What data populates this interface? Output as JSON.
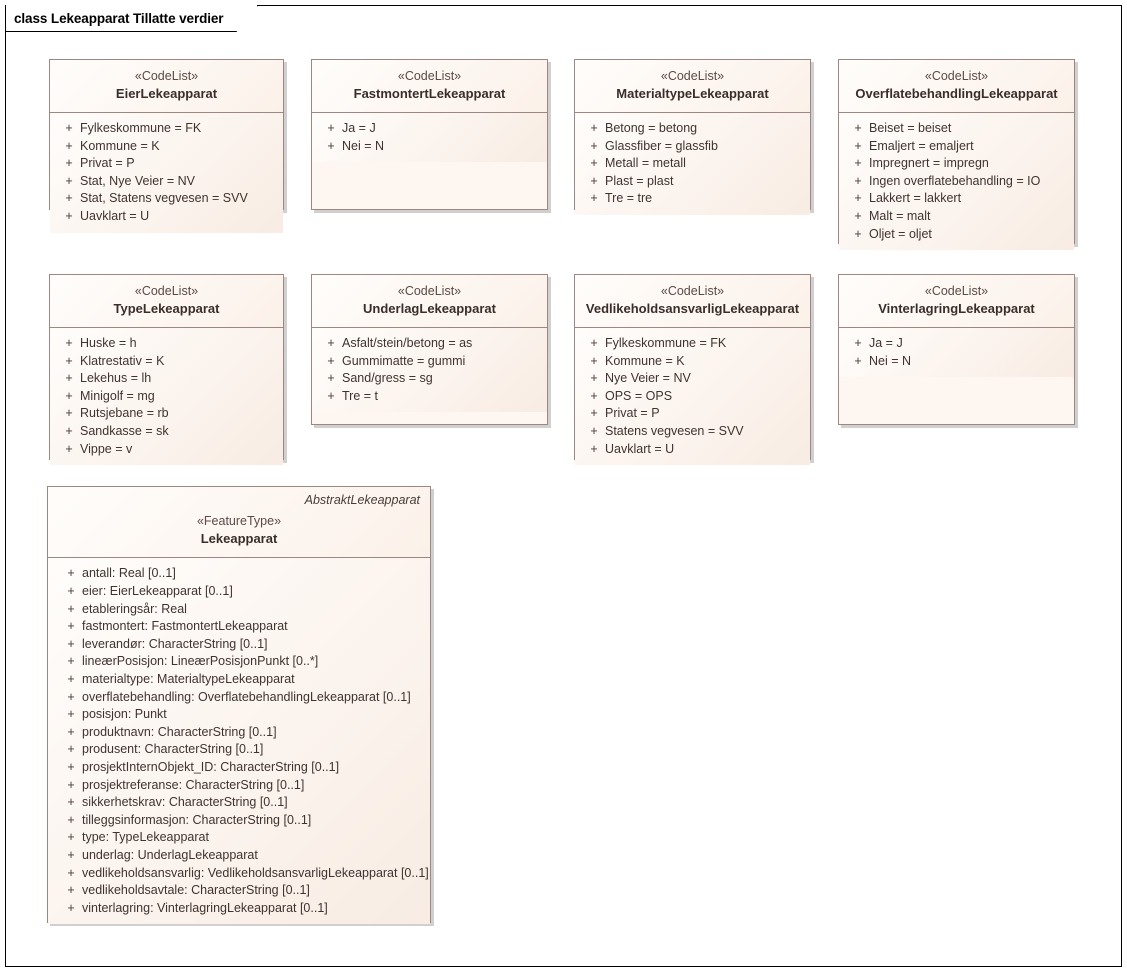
{
  "diagram": {
    "title": "class Lekeapparat Tillatte verdier",
    "colors": {
      "box_border": "#9d8782",
      "box_fill": "#fdf6f1",
      "header_fill": "#fbf1e9",
      "text": "#3f3330",
      "frame_border": "#000000",
      "shadow": "#aaaaaa"
    }
  },
  "classes": [
    {
      "stereotype": "«CodeList»",
      "name": "EierLekeapparat",
      "abstract_tag": "",
      "attributes": [
        {
          "visibility": "+",
          "text": "Fylkeskommune = FK"
        },
        {
          "visibility": "+",
          "text": "Kommune = K"
        },
        {
          "visibility": "+",
          "text": "Privat = P"
        },
        {
          "visibility": "+",
          "text": "Stat, Nye Veier = NV"
        },
        {
          "visibility": "+",
          "text": "Stat, Statens vegvesen = SVV"
        },
        {
          "visibility": "+",
          "text": "Uavklart = U"
        }
      ]
    },
    {
      "stereotype": "«CodeList»",
      "name": "FastmontertLekeapparat",
      "abstract_tag": "",
      "attributes": [
        {
          "visibility": "+",
          "text": "Ja = J"
        },
        {
          "visibility": "+",
          "text": "Nei = N"
        }
      ]
    },
    {
      "stereotype": "«CodeList»",
      "name": "MaterialtypeLekeapparat",
      "abstract_tag": "",
      "attributes": [
        {
          "visibility": "+",
          "text": "Betong = betong"
        },
        {
          "visibility": "+",
          "text": "Glassfiber = glassfib"
        },
        {
          "visibility": "+",
          "text": "Metall = metall"
        },
        {
          "visibility": "+",
          "text": "Plast = plast"
        },
        {
          "visibility": "+",
          "text": "Tre = tre"
        }
      ]
    },
    {
      "stereotype": "«CodeList»",
      "name": "OverflatebehandlingLekeapparat",
      "abstract_tag": "",
      "attributes": [
        {
          "visibility": "+",
          "text": "Beiset = beiset"
        },
        {
          "visibility": "+",
          "text": "Emaljert = emaljert"
        },
        {
          "visibility": "+",
          "text": "Impregnert = impregn"
        },
        {
          "visibility": "+",
          "text": "Ingen overflatebehandling = IO"
        },
        {
          "visibility": "+",
          "text": "Lakkert = lakkert"
        },
        {
          "visibility": "+",
          "text": "Malt = malt"
        },
        {
          "visibility": "+",
          "text": "Oljet = oljet"
        }
      ]
    },
    {
      "stereotype": "«CodeList»",
      "name": "TypeLekeapparat",
      "abstract_tag": "",
      "attributes": [
        {
          "visibility": "+",
          "text": "Huske = h"
        },
        {
          "visibility": "+",
          "text": "Klatrestativ = K"
        },
        {
          "visibility": "+",
          "text": "Lekehus = lh"
        },
        {
          "visibility": "+",
          "text": "Minigolf = mg"
        },
        {
          "visibility": "+",
          "text": "Rutsjebane = rb"
        },
        {
          "visibility": "+",
          "text": "Sandkasse = sk"
        },
        {
          "visibility": "+",
          "text": "Vippe = v"
        }
      ]
    },
    {
      "stereotype": "«CodeList»",
      "name": "UnderlagLekeapparat",
      "abstract_tag": "",
      "attributes": [
        {
          "visibility": "+",
          "text": "Asfalt/stein/betong = as"
        },
        {
          "visibility": "+",
          "text": "Gummimatte = gummi"
        },
        {
          "visibility": "+",
          "text": "Sand/gress = sg"
        },
        {
          "visibility": "+",
          "text": "Tre = t"
        }
      ]
    },
    {
      "stereotype": "«CodeList»",
      "name": "VedlikeholdsansvarligLekeapparat",
      "abstract_tag": "",
      "attributes": [
        {
          "visibility": "+",
          "text": "Fylkeskommune = FK"
        },
        {
          "visibility": "+",
          "text": "Kommune = K"
        },
        {
          "visibility": "+",
          "text": "Nye Veier = NV"
        },
        {
          "visibility": "+",
          "text": "OPS = OPS"
        },
        {
          "visibility": "+",
          "text": "Privat = P"
        },
        {
          "visibility": "+",
          "text": "Statens vegvesen = SVV"
        },
        {
          "visibility": "+",
          "text": "Uavklart = U"
        }
      ]
    },
    {
      "stereotype": "«CodeList»",
      "name": "VinterlagringLekeapparat",
      "abstract_tag": "",
      "attributes": [
        {
          "visibility": "+",
          "text": "Ja = J"
        },
        {
          "visibility": "+",
          "text": "Nei = N"
        }
      ]
    },
    {
      "stereotype": "«FeatureType»",
      "name": "Lekeapparat",
      "abstract_tag": "AbstraktLekeapparat",
      "attributes": [
        {
          "visibility": "+",
          "text": "antall: Real [0..1]"
        },
        {
          "visibility": "+",
          "text": "eier: EierLekeapparat [0..1]"
        },
        {
          "visibility": "+",
          "text": "etableringsår: Real"
        },
        {
          "visibility": "+",
          "text": "fastmontert: FastmontertLekeapparat"
        },
        {
          "visibility": "+",
          "text": "leverandør: CharacterString [0..1]"
        },
        {
          "visibility": "+",
          "text": "lineærPosisjon: LineærPosisjonPunkt [0..*]"
        },
        {
          "visibility": "+",
          "text": "materialtype: MaterialtypeLekeapparat"
        },
        {
          "visibility": "+",
          "text": "overflatebehandling: OverflatebehandlingLekeapparat [0..1]"
        },
        {
          "visibility": "+",
          "text": "posisjon: Punkt"
        },
        {
          "visibility": "+",
          "text": "produktnavn: CharacterString [0..1]"
        },
        {
          "visibility": "+",
          "text": "produsent: CharacterString [0..1]"
        },
        {
          "visibility": "+",
          "text": "prosjektInternObjekt_ID: CharacterString [0..1]"
        },
        {
          "visibility": "+",
          "text": "prosjektreferanse: CharacterString [0..1]"
        },
        {
          "visibility": "+",
          "text": "sikkerhetskrav: CharacterString [0..1]"
        },
        {
          "visibility": "+",
          "text": "tilleggsinformasjon: CharacterString [0..1]"
        },
        {
          "visibility": "+",
          "text": "type: TypeLekeapparat"
        },
        {
          "visibility": "+",
          "text": "underlag: UnderlagLekeapparat"
        },
        {
          "visibility": "+",
          "text": "vedlikeholdsansvarlig: VedlikeholdsansvarligLekeapparat [0..1]"
        },
        {
          "visibility": "+",
          "text": "vedlikeholdsavtale: CharacterString [0..1]"
        },
        {
          "visibility": "+",
          "text": "vinterlagring: VinterlagringLekeapparat [0..1]"
        }
      ]
    }
  ]
}
